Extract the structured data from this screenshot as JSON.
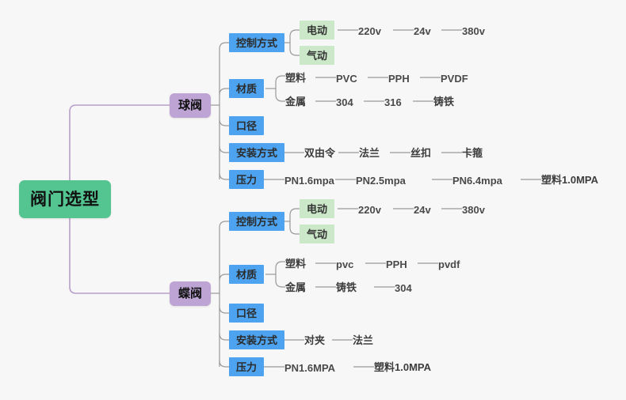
{
  "document": {
    "type": "mindmap",
    "title": "阀门选型",
    "background_color": "#f7f7f7"
  },
  "colors": {
    "root_fill": "#54c491",
    "branch_fill": "#bda4d4",
    "category_fill": "#4da3ef",
    "sub_fill": "#cbe8c8",
    "root_wire": "#b89ec8",
    "wire": "#999999",
    "leaf_text": "#4a4a4a"
  },
  "root": {
    "label": "阀门选型"
  },
  "branches": [
    {
      "label": "球阀",
      "categories": [
        {
          "label": "控制方式",
          "subs": [
            {
              "label": "电动",
              "leaves": [
                "220v",
                "24v",
                "380v"
              ]
            },
            {
              "label": "气动",
              "leaves": []
            }
          ],
          "leaves": []
        },
        {
          "label": "材质",
          "subs": [],
          "groups": [
            {
              "label": "塑料",
              "leaves": [
                "PVC",
                "PPH",
                "PVDF"
              ]
            },
            {
              "label": "金属",
              "leaves": [
                "304",
                "316",
                "铸铁"
              ]
            }
          ],
          "leaves": []
        },
        {
          "label": "口径",
          "subs": [],
          "leaves": []
        },
        {
          "label": "安装方式",
          "subs": [],
          "leaves": [
            "双由令",
            "法兰",
            "丝扣",
            "卡箍"
          ]
        },
        {
          "label": "压力",
          "subs": [],
          "leaves": [
            "PN1.6mpa",
            "PN2.5mpa",
            "PN6.4mpa",
            "塑料1.0MPA"
          ]
        }
      ]
    },
    {
      "label": "蝶阀",
      "categories": [
        {
          "label": "控制方式",
          "subs": [
            {
              "label": "电动",
              "leaves": [
                "220v",
                "24v",
                "380v"
              ]
            },
            {
              "label": "气动",
              "leaves": []
            }
          ],
          "leaves": []
        },
        {
          "label": "材质",
          "subs": [],
          "groups": [
            {
              "label": "塑料",
              "leaves": [
                "pvc",
                "PPH",
                "pvdf"
              ]
            },
            {
              "label": "金属",
              "leaves": [
                "铸铁",
                "304"
              ]
            }
          ],
          "leaves": []
        },
        {
          "label": "口径",
          "subs": [],
          "leaves": []
        },
        {
          "label": "安装方式",
          "subs": [],
          "leaves": [
            "对夹",
            "法兰"
          ]
        },
        {
          "label": "压力",
          "subs": [],
          "leaves": [
            "PN1.6MPA",
            "塑料1.0MPA"
          ]
        }
      ]
    }
  ]
}
